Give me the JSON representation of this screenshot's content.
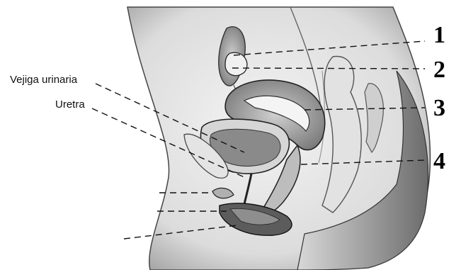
{
  "labels": {
    "vejiga": "Vejiga urinaria",
    "uretra": "Uretra"
  },
  "numbers": [
    "1",
    "2",
    "3",
    "4"
  ]
}
